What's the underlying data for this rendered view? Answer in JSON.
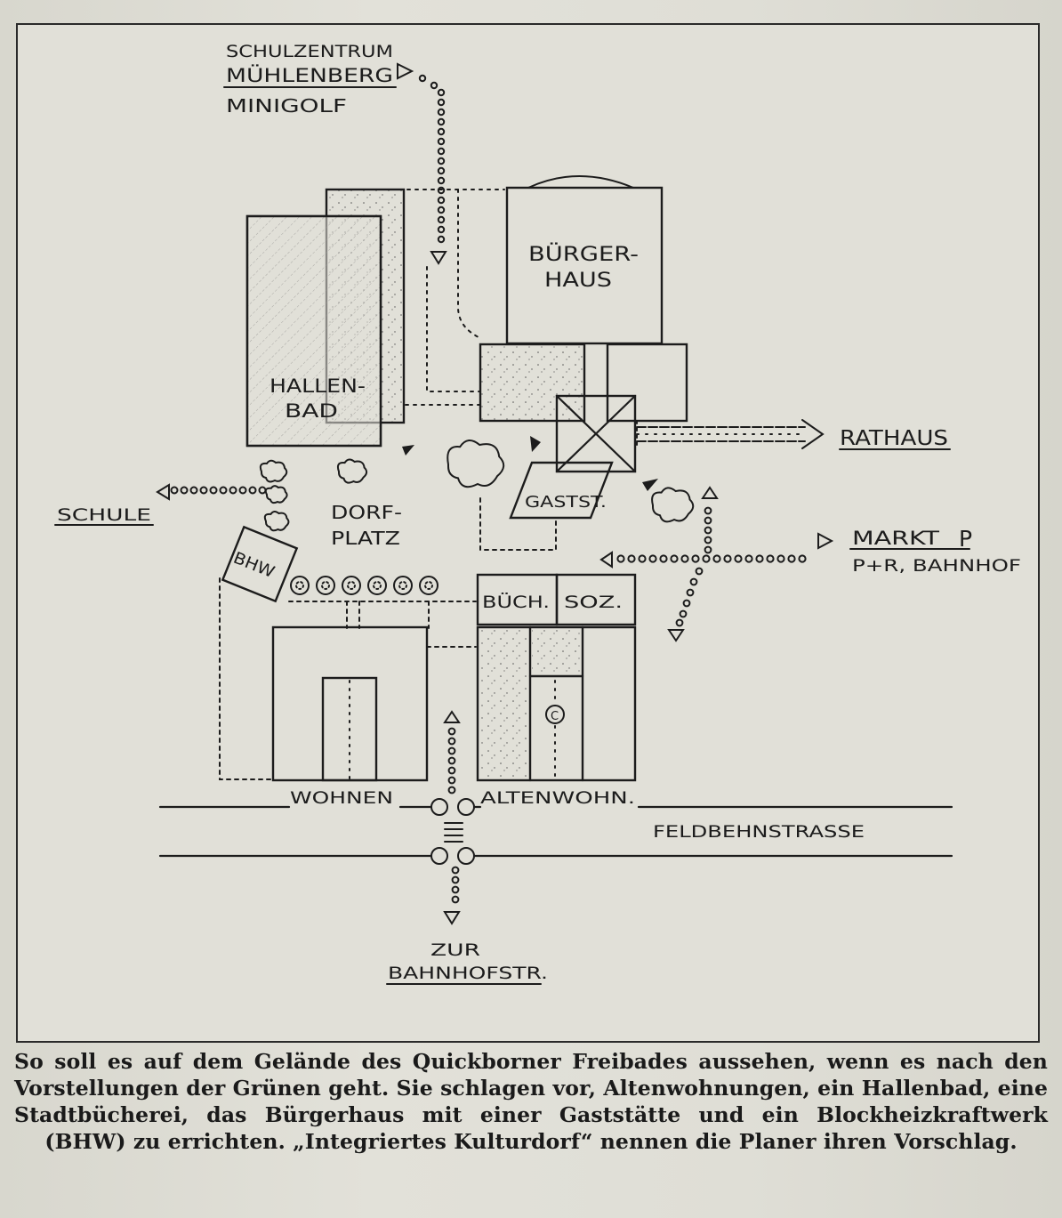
{
  "labels": {
    "schulzentrum": "SCHULZENTRUM",
    "muehlenberg": "MÜHLENBERG",
    "minigolf": "MINIGOLF",
    "buergerhaus_1": "BÜRGER-",
    "buergerhaus_2": "HAUS",
    "hallenbad_1": "HALLEN-",
    "hallenbad_2": "BAD",
    "rathaus": "RATHAUS",
    "schule": "SCHULE",
    "dorfplatz_1": "DORF-",
    "dorfplatz_2": "PLATZ",
    "gastst": "GASTST.",
    "bhw": "BHW",
    "markt": "MARKT",
    "markt_p": "P",
    "pr_bahnhof": "P+R, BAHNHOF",
    "buech": "BÜCH.",
    "soz": "SOZ.",
    "wohnen": "WOHNEN",
    "altenwohn": "ALTENWOHN.",
    "feldbehnstrasse": "FELDBEHNSTRASSE",
    "zur": "ZUR",
    "bahnhofstr": "BAHNHOFSTR.",
    "c_marker": "C"
  },
  "caption": "So soll es auf dem Gelände des Quickborner Freibades aussehen, wenn es nach den Vorstellungen der Grünen geht. Sie schlagen vor, Altenwohnungen, ein Hallenbad, eine Stadtbücherei, das Bürgerhaus mit einer Gaststätte und ein Blockheizkraftwerk (BHW) zu errichten. „Integriertes Kulturdorf“ nennen die Planer ihren Vorschlag.",
  "colors": {
    "ink": "#1c1c1c",
    "paper": "#e1e0d8",
    "frame": "#2a2a2a"
  }
}
